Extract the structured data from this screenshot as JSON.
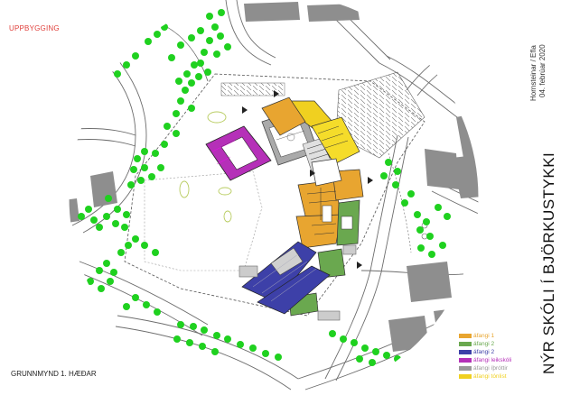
{
  "header": {
    "tag": "UPPBYGGING"
  },
  "title": "NÝR SKÓLI Í BJÖRKUSTYKKI",
  "subtitle": {
    "firm": "Hornsteinar / Efla",
    "date": "04. febrúar 2020"
  },
  "plan_label": "GRUNNMYND 1. HÆÐAR",
  "legend": [
    {
      "label": "áfangi 1",
      "color": "#e8a530"
    },
    {
      "label": "áfangi 2",
      "color": "#6aa84f"
    },
    {
      "label": "áfangi 2",
      "color": "#3d40a8"
    },
    {
      "label": "áfangi leikskóli",
      "color": "#b530b8"
    },
    {
      "label": "áfangi íþróttir",
      "color": "#9a9a9a"
    },
    {
      "label": "áfangi tónlist",
      "color": "#f0d020"
    }
  ],
  "colors": {
    "tree": "#1fd11f",
    "building": "#909090",
    "phase1": "#e8a530",
    "phase2_green": "#6aa84f",
    "phase2_blue": "#3d40a8",
    "preschool": "#b530b8",
    "sports": "#9a9a9a",
    "music": "#f0d020",
    "tag_red": "#e0413c"
  }
}
